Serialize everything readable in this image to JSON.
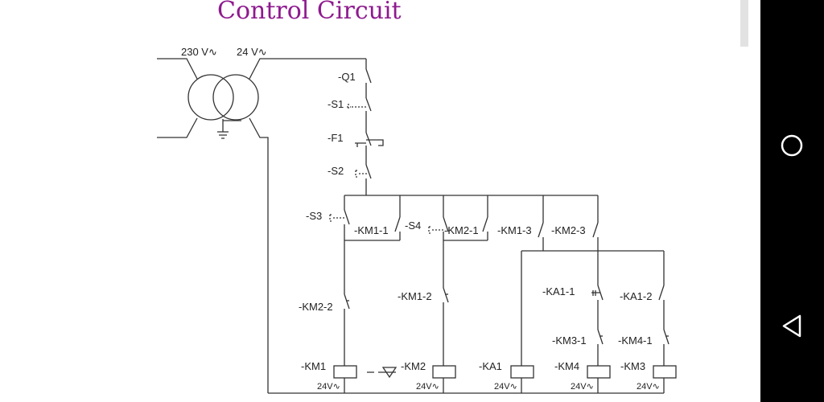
{
  "page": {
    "title": "Control Circuit"
  },
  "transformer": {
    "primary_label": "230 V∿",
    "secondary_label": "24 V∿"
  },
  "devices": {
    "q1": "-Q1",
    "s1": "-S1",
    "f1": "-F1",
    "s2": "-S2",
    "s3": "-S3",
    "s4": "-S4",
    "km1_1": "-KM1-1",
    "km2_1": "-KM2-1",
    "km1_3": "-KM1-3",
    "km2_3": "-KM2-3",
    "km2_2": "-KM2-2",
    "km1_2": "-KM1-2",
    "ka1_1": "-KA1-1",
    "ka1_2": "-KA1-2",
    "km3_1": "-KM3-1",
    "km4_1": "-KM4-1"
  },
  "coils": [
    {
      "name": "-KM1",
      "voltage": "24V∿"
    },
    {
      "name": "-KM2",
      "voltage": "24V∿"
    },
    {
      "name": "-KA1",
      "voltage": "24V∿"
    },
    {
      "name": "-KM4",
      "voltage": "24V∿"
    },
    {
      "name": "-KM3",
      "voltage": "24V∿"
    }
  ],
  "navbar": {
    "home_icon": "circle-home-icon",
    "back_icon": "triangle-back-icon"
  }
}
